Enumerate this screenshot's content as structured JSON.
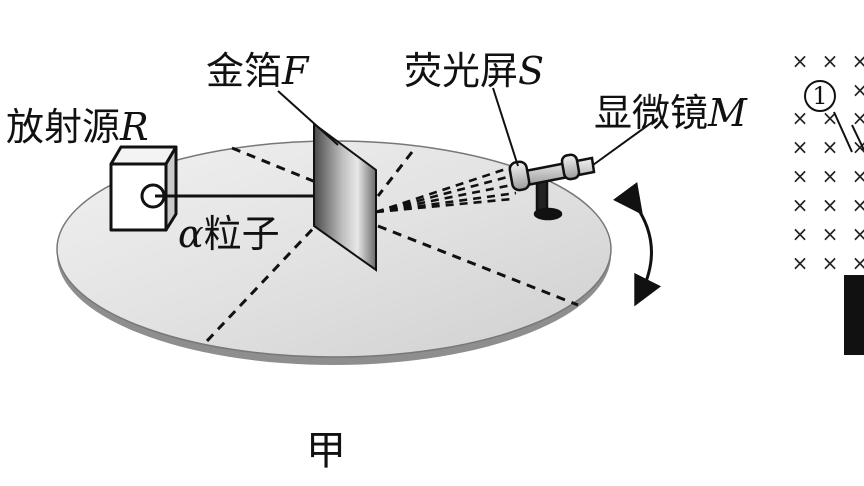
{
  "labels": {
    "source": {
      "text": "放射源",
      "symbol": "R"
    },
    "foil": {
      "text": "金箔",
      "symbol": "F"
    },
    "screen": {
      "text": "荧光屏",
      "symbol": "S"
    },
    "microscope": {
      "text": "显微镜",
      "symbol": "M"
    },
    "particle": {
      "symbol": "α",
      "text": "粒子"
    }
  },
  "caption": "甲",
  "right_panel": {
    "mark": "×",
    "circle_label": "1"
  },
  "colors": {
    "ink": "#111111",
    "disk_fill": "#e6e6e6",
    "disk_edge": "#9a9a9a",
    "foil_dark": "#555555",
    "foil_light": "#d8d8d8"
  }
}
